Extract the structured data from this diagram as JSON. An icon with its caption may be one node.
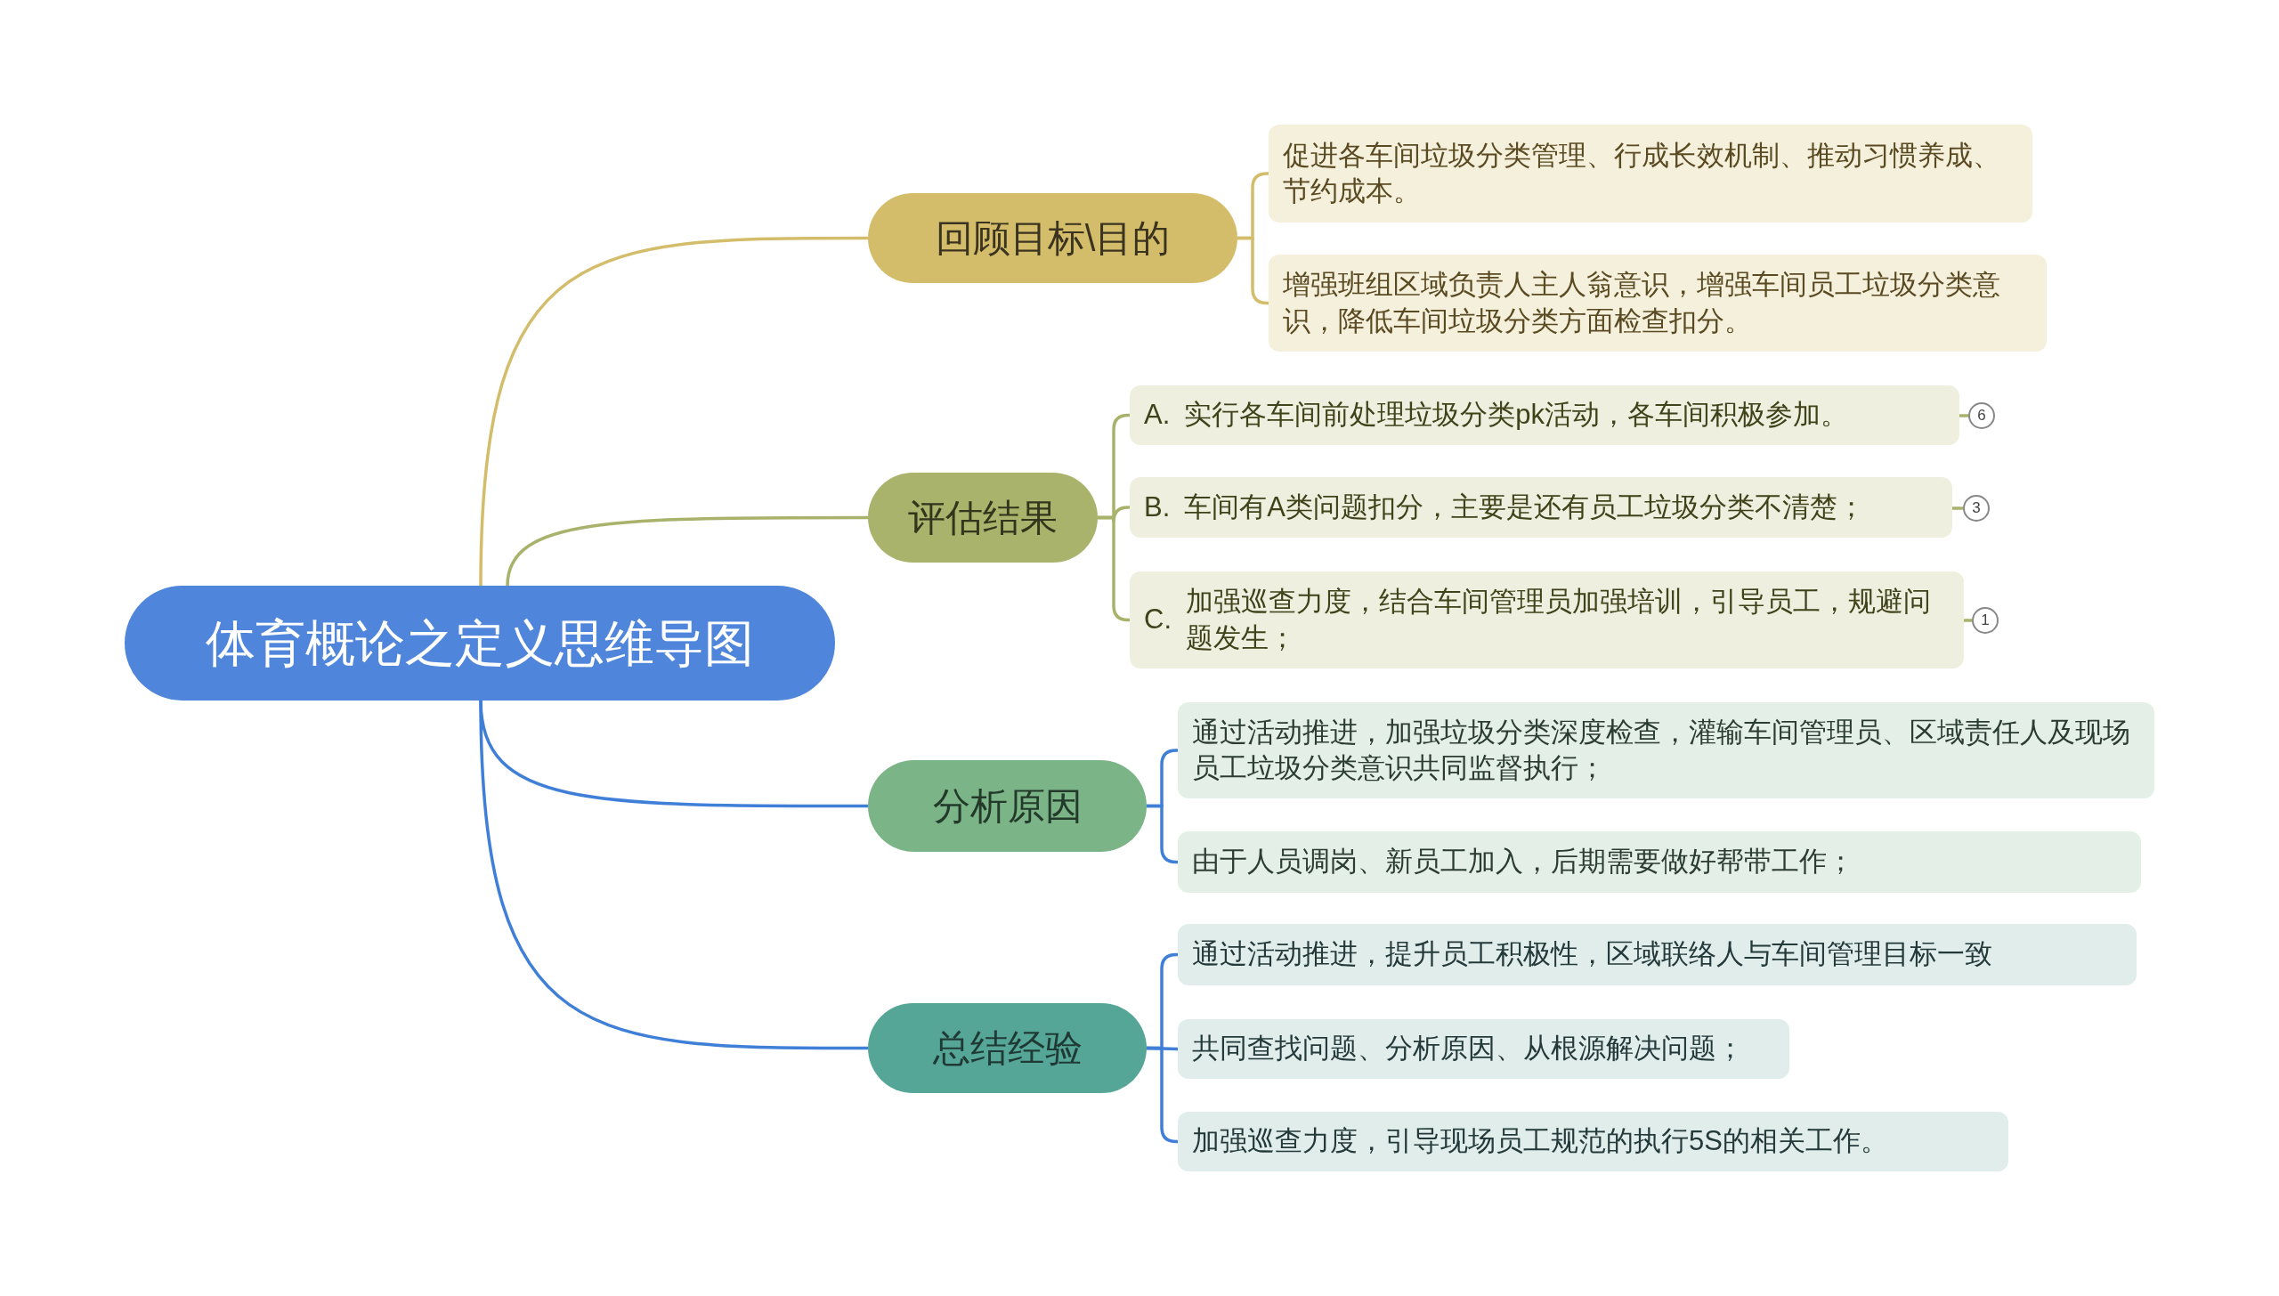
{
  "diagram": {
    "nodes": [
      {
        "text": [
          "体育概论之定义思维导图"
        ]
      },
      {
        "text": [
          "回顾目标\\目的"
        ]
      },
      {
        "text": [
          "促进各车间垃圾分类管理、行成长效机制、推动习惯养成、节约成本。"
        ]
      },
      {
        "text": [
          "增强班组区域负责人主人翁意识，增强车间员工垃圾分类意识，降低车间垃圾分类方面检查扣分。"
        ]
      },
      {
        "text": [
          "评估结果"
        ]
      },
      {
        "text": [
          "A.",
          "实行各车间前处理垃圾分类pk活动，各车间积极参加。"
        ]
      },
      {
        "text": [
          "6"
        ]
      },
      {
        "text": [
          "B.",
          "车间有A类问题扣分，主要是还有员工垃圾分类不清楚；"
        ]
      },
      {
        "text": [
          "3"
        ]
      },
      {
        "text": [
          "C.",
          "加强巡查力度，结合车间管理员加强培训，引导员工，规避问题发生；"
        ]
      },
      {
        "text": [
          "1"
        ]
      },
      {
        "text": [
          "分析原因"
        ]
      },
      {
        "text": [
          "通过活动推进，加强垃圾分类深度检查，灌输车间管理员、区域责任人及现场员工垃圾分类意识共同监督执行；"
        ]
      },
      {
        "text": [
          "由于人员调岗、新员工加入，后期需要做好帮带工作；"
        ]
      },
      {
        "text": [
          "总结经验"
        ]
      },
      {
        "text": [
          "通过活动推进，提升员工积极性，区域联络人与车间管理目标一致"
        ]
      },
      {
        "text": [
          "共同查找问题、分析原因、从根源解决问题；"
        ]
      },
      {
        "text": [
          "加强巡查力度，引导现场员工规范的执行5S的相关工作。"
        ]
      }
    ],
    "edges": [
      {
        "from": 0,
        "to": 1,
        "arrow": "none",
        "color": "#d3bd6b"
      },
      {
        "from": 1,
        "to": 2,
        "arrow": "none",
        "color": "#d3bd6b"
      },
      {
        "from": 1,
        "to": 3,
        "arrow": "none",
        "color": "#d3bd6b"
      },
      {
        "from": 0,
        "to": 4,
        "arrow": "none",
        "color": "#a9b26b"
      },
      {
        "from": 4,
        "to": 5,
        "arrow": "none",
        "color": "#a9b26b"
      },
      {
        "from": 5,
        "to": 6,
        "arrow": "none",
        "color": "#a9b26b"
      },
      {
        "from": 4,
        "to": 7,
        "arrow": "none",
        "color": "#a9b26b"
      },
      {
        "from": 7,
        "to": 8,
        "arrow": "none",
        "color": "#a9b26b"
      },
      {
        "from": 4,
        "to": 9,
        "arrow": "none",
        "color": "#a9b26b"
      },
      {
        "from": 9,
        "to": 10,
        "arrow": "none",
        "color": "#a9b26b"
      },
      {
        "from": 0,
        "to": 11,
        "arrow": "none",
        "color": "#3f7fd8"
      },
      {
        "from": 11,
        "to": 12,
        "arrow": "none",
        "color": "#3f7fd8"
      },
      {
        "from": 11,
        "to": 13,
        "arrow": "none",
        "color": "#3f7fd8"
      },
      {
        "from": 0,
        "to": 14,
        "arrow": "none",
        "color": "#3f7fd8"
      },
      {
        "from": 14,
        "to": 15,
        "arrow": "none",
        "color": "#3f7fd8"
      },
      {
        "from": 14,
        "to": 16,
        "arrow": "none",
        "color": "#3f7fd8"
      },
      {
        "from": 14,
        "to": 17,
        "arrow": "none",
        "color": "#3f7fd8"
      }
    ]
  }
}
